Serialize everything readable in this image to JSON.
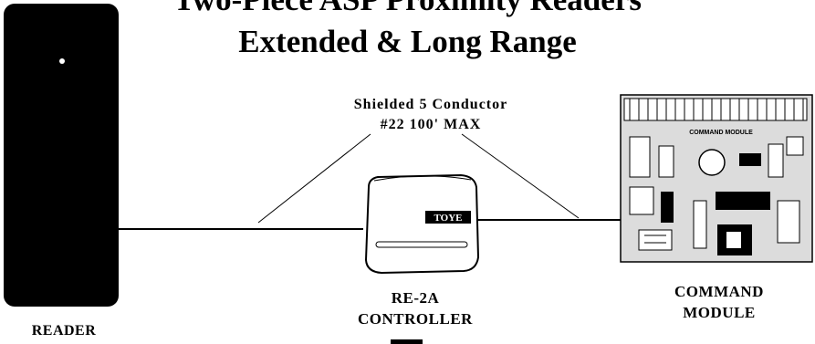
{
  "title": {
    "line1": "Two-Piece ASP Proximity Readers",
    "line2": "Extended & Long Range"
  },
  "cable": {
    "line1": "Shielded 5 Conductor",
    "line2": "#22 100' MAX"
  },
  "reader": {
    "label": "READER"
  },
  "controller": {
    "brand": "TOYE",
    "label_line1": "RE-2A",
    "label_line2": "CONTROLLER"
  },
  "command_module": {
    "board_text": "COMMAND MODULE",
    "label_line1": "COMMAND",
    "label_line2": "MODULE"
  },
  "colors": {
    "ink": "#000000",
    "paper": "#ffffff",
    "board": "#d9d9d9"
  }
}
